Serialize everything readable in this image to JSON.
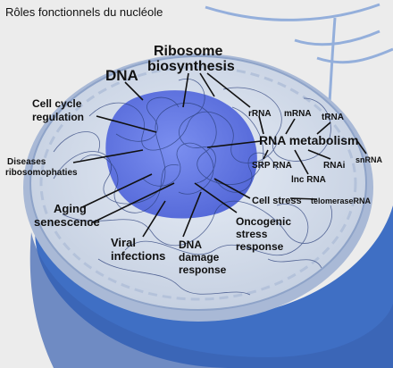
{
  "title": "Rôles fonctionnels du nucléole",
  "colors": {
    "background": "#ececec",
    "cytoplasm": "#3f6fc4",
    "nucleus_fill": "#d3dcea",
    "nucleolus": "#6a7fe8",
    "chromatin": "#2b3f7a",
    "leader_line": "#111111"
  },
  "labels": {
    "dna": "DNA",
    "ribosome_biosynthesis": [
      "Ribosome",
      "biosynthesis"
    ],
    "cell_cycle": [
      "Cell cycle",
      "regulation"
    ],
    "diseases": [
      "Diseases",
      "ribosomophaties"
    ],
    "aging": [
      "Aging",
      "senescence"
    ],
    "viral": [
      "Viral",
      "infections"
    ],
    "dna_damage": [
      "DNA",
      "damage",
      "response"
    ],
    "oncogenic": [
      "Oncogenic",
      "stress",
      "response"
    ],
    "cell_stress": "Cell stress",
    "rna_metabolism": "RNA metabolism",
    "rrna": "rRNA",
    "mrna": "mRNA",
    "trna": "tRNA",
    "snrna": "snRNA",
    "srp_rna": "SRP RNA",
    "lnc_rna": "lnc RNA",
    "rnai": "RNAi",
    "telomerase_rna": "telomeraseRNA"
  }
}
